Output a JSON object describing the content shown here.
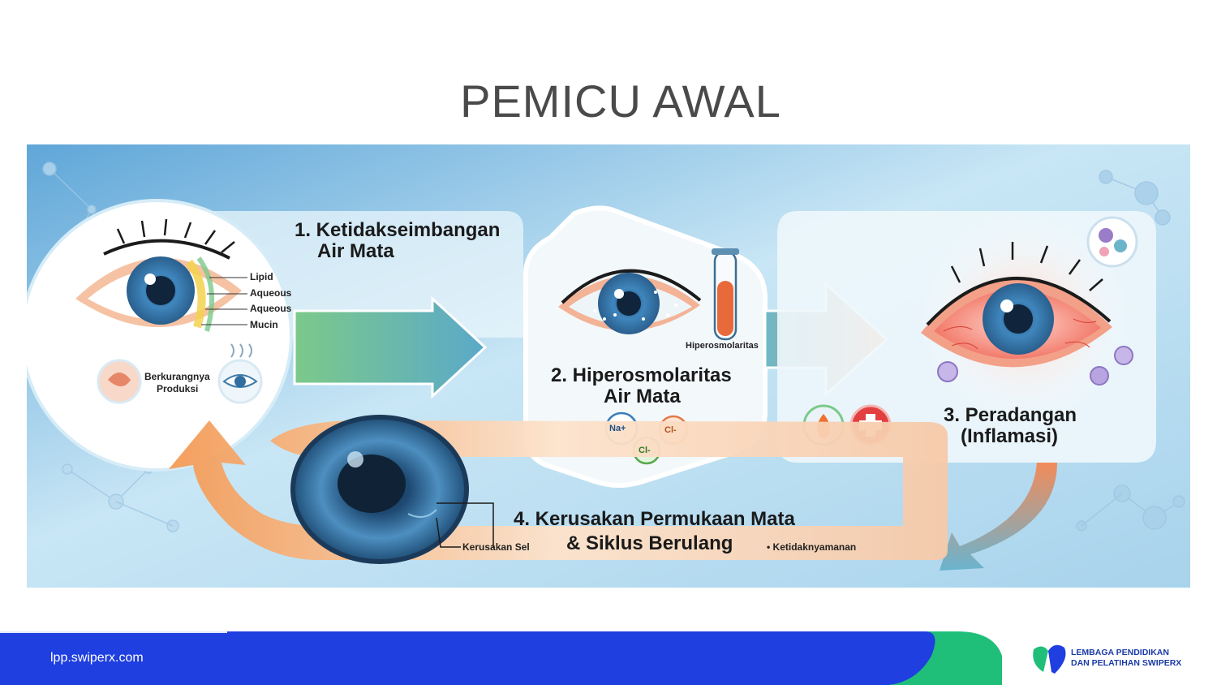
{
  "slide": {
    "title": "PEMICU AWAL"
  },
  "step1": {
    "title_line1": "1. Ketidakseimbangan",
    "title_line2": "Air Mata",
    "layers": [
      "Lipid",
      "Aqueous",
      "Aqueous",
      "Mucin"
    ],
    "reduced_line1": "Berkurangnya",
    "reduced_line2": "Produksi"
  },
  "step2": {
    "title_line1": "2. Hiperosmolaritas",
    "title_line2": "Air Mata",
    "tube_label": "Hiperosmolaritas",
    "ions": [
      "Na+",
      "Cl-",
      "Cl-"
    ]
  },
  "step3": {
    "title_line1": "3. Peradangan",
    "title_line2": "(Inflamasi)"
  },
  "step4": {
    "title_line1": "4. Kerusakan Permukaan Mata",
    "title_line2": "& Siklus Berulang",
    "cell_damage": "Kerusakan Sel",
    "discomfort": "Ketidaknyamanan"
  },
  "footer": {
    "url": "lpp.swiperx.com",
    "org_line1": "LEMBAGA PENDIDIKAN",
    "org_line2": "DAN PELATIHAN SWIPERX"
  },
  "colors": {
    "footer_blue": "#1f3fe0",
    "footer_green": "#1fbf7a",
    "title_gray": "#4a4a4a"
  }
}
